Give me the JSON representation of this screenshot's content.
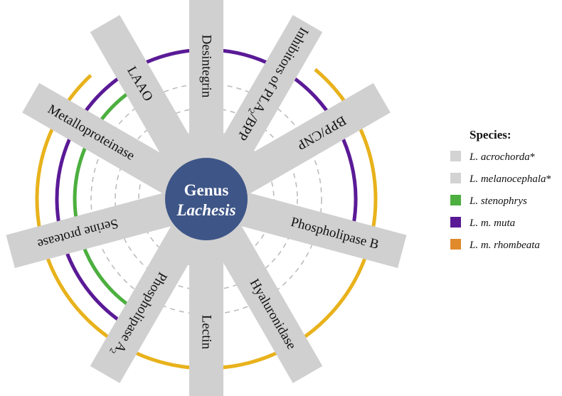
{
  "center": {
    "line1": "Genus",
    "line2": "Lachesis"
  },
  "spokes": [
    {
      "id": "desintegrin",
      "text": "Desintegrin",
      "angle": 0
    },
    {
      "id": "inhibitors",
      "text": "Inhibitors of PLA",
      "sub": "2",
      "tail": "/BPP",
      "angle": 30
    },
    {
      "id": "bpp-cnp",
      "text": "BPP/CNP",
      "angle": 60
    },
    {
      "id": "phospholipase-b",
      "text": "Phospholipase B",
      "angle": 105
    },
    {
      "id": "hyaluronidase",
      "text": "Hyaluronidase",
      "angle": 150
    },
    {
      "id": "lectin",
      "text": "Lectin",
      "angle": 180
    },
    {
      "id": "phospholipase-a2",
      "text": "Phospholipase A",
      "sub": "2",
      "angle": 210
    },
    {
      "id": "serine-protease",
      "text": "Serine protease",
      "angle": 255
    },
    {
      "id": "metalloproteinase",
      "text": "Metalloproteinase",
      "angle": 300
    },
    {
      "id": "laao",
      "text": "LAAO",
      "angle": 330
    }
  ],
  "arcs": [
    {
      "species": "L. stenophrys",
      "color": "#4caf3f",
      "radius": 185,
      "start": 215,
      "end": 332
    },
    {
      "species": "L. m. muta",
      "color": "#5a1a96",
      "radius": 210,
      "start": 0,
      "end": 100
    },
    {
      "species": "L. m. muta",
      "color": "#5a1a96",
      "radius": 210,
      "start": 213,
      "end": 360
    },
    {
      "species": "L. m. rhombeata",
      "color": "#e8b21c",
      "radius": 238,
      "start": 40,
      "end": 317
    }
  ],
  "legend": {
    "title": "Species:",
    "items": [
      {
        "name": "L. acrochorda",
        "mark": "*",
        "color": "#d3d3d3"
      },
      {
        "name": "L. melanocephala",
        "mark": "*",
        "color": "#d3d3d3"
      },
      {
        "name": "L. stenophrys",
        "mark": "",
        "color": "#4caf3f"
      },
      {
        "name": "L. m. muta",
        "mark": "",
        "color": "#5a1a96"
      },
      {
        "name": "L. m. rhombeata",
        "mark": "",
        "color": "#e08a2c"
      }
    ]
  },
  "colors": {
    "spoke": "#d0d0d0",
    "center": "#3e5587",
    "dashed": "#b8b8b8"
  }
}
